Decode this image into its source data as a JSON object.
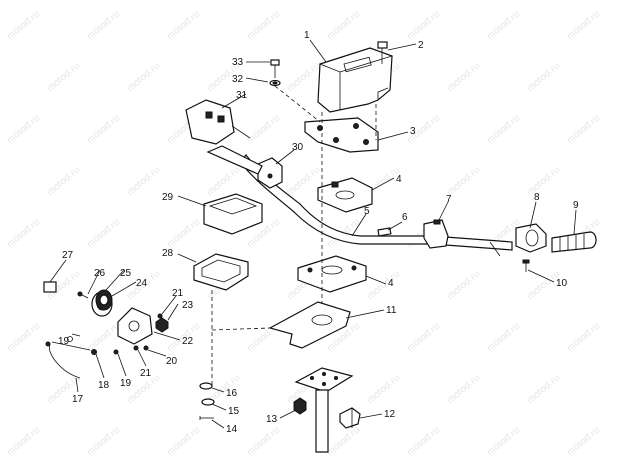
{
  "watermark": "motod.ru",
  "callouts": [
    "1",
    "2",
    "3",
    "4",
    "4",
    "5",
    "6",
    "7",
    "8",
    "9",
    "10",
    "11",
    "12",
    "13",
    "14",
    "15",
    "16",
    "17",
    "18",
    "19",
    "19",
    "20",
    "21",
    "21",
    "22",
    "23",
    "24",
    "25",
    "26",
    "27",
    "28",
    "29",
    "30",
    "31",
    "32",
    "33"
  ]
}
